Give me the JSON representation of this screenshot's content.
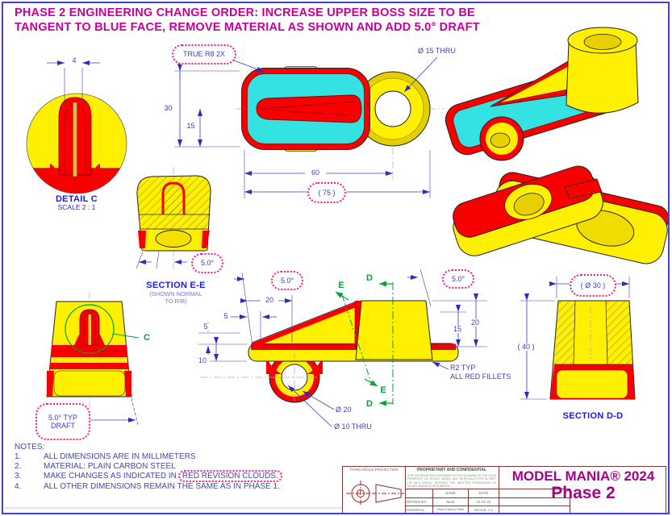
{
  "header": {
    "line1": "PHASE 2 ENGINEERING CHANGE ORDER:  INCREASE UPPER BOSS SIZE TO BE",
    "line2": "TANGENT TO BLUE FACE, REMOVE MATERIAL AS SHOWN AND ADD 5.0° DRAFT"
  },
  "colors": {
    "part_yellow": "#ffef00",
    "fillet_red": "#f80000",
    "face_cyan": "#35e2e2",
    "dim_blue": "#3c3cc0",
    "label_blue": "#1a1ad8",
    "revision_pink": "#f6197f",
    "section_green": "#00a23c",
    "header_magenta": "#c4009a",
    "brand_magenta": "#a4008c",
    "titleblock_maroon": "#8b3535"
  },
  "detail_c": {
    "dim_width": "4",
    "title": "DETAIL C",
    "scale": "SCALE 2 : 1"
  },
  "top_view": {
    "cloud_true_r8": "TRUE R8 2X",
    "callout_dia15": "Ø 15 THRU",
    "dim_width": "30",
    "dim_half": "15",
    "dim_length": "60",
    "dim_overall": "( 75 )"
  },
  "section_ee": {
    "title": "SECTION E-E",
    "subtitle_line1": "(SHOWN NORMAL",
    "subtitle_line2": "TO RIB)",
    "cloud_draft": "5.0°"
  },
  "front_view": {
    "cloud_draft_left": "5.0°",
    "cloud_draft_right": "5.0°",
    "dim_20_top": "20",
    "dim_5_top": "5",
    "dim_5_left": "5",
    "dim_10_left": "10",
    "dim_15_right": "15",
    "dim_20_right": "20",
    "fillet_note_line1": "R2 TYP",
    "fillet_note_line2": "ALL RED FILLETS",
    "callout_dia20": "Ø 20",
    "callout_dia10": "Ø 10 THRU",
    "section_label_d": "D",
    "section_label_e": "E"
  },
  "section_dd": {
    "title": "SECTION D-D",
    "cloud_dia30": "( Ø 30 )",
    "dim_height": "( 40 )"
  },
  "back_view": {
    "cloud_line1": "5.0° TYP",
    "cloud_line2": "DRAFT",
    "detail_label": "C"
  },
  "notes": {
    "title": "NOTES:",
    "items": [
      {
        "num": "1.",
        "text": "ALL DIMENSIONS ARE IN MILLIMETERS"
      },
      {
        "num": "2.",
        "text": "MATERIAL: PLAIN CARBON STEEL"
      },
      {
        "num": "3.",
        "text_prefix": "MAKE CHANGES AS INDICATED IN",
        "text_clouded": "RED REVISION CLOUDS."
      },
      {
        "num": "4.",
        "text": "ALL OTHER DIMENSIONS REMAIN THE SAME AS IN PHASE 1."
      }
    ]
  },
  "title_block": {
    "projection_label": "THIRD ANGLE PROJECTION",
    "proprietary_title": "PROPRIETARY AND CONFIDENTIAL",
    "proprietary_body": "THE INFORMATION CONTAINED IN THIS DRAWING IS THE SOLE PROPERTY OF MODEL MANIA. ANY REPRODUCTION IN PART OR AS A WHOLE WITHOUT THE WRITTEN PERMISSION OF MODEL MANIA IS PROHIBITED.",
    "col_name": "NAME",
    "col_date": "DATE",
    "row_drawn_label": "DRAWN BY:",
    "row_drawn_name": "MAD",
    "row_drawn_date": "01-01-24",
    "row_material_label": "MATERIAL:",
    "row_material_value": "Plain Carbon Steel",
    "scale_value": "SCALE: 1:1",
    "brand_title": "MODEL MANIA® 2024",
    "brand_phase": "Phase 2"
  }
}
